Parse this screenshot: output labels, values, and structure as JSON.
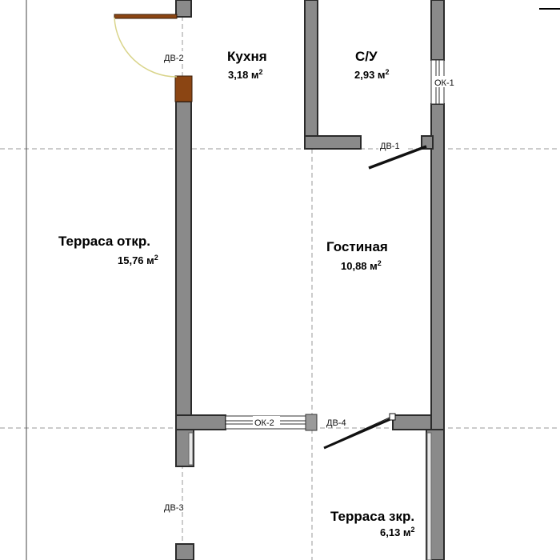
{
  "rooms": {
    "kitchen": {
      "name": "Кухня",
      "area": "3,18 м",
      "sup": "2"
    },
    "bathroom": {
      "name": "С/У",
      "area": "2,93 м",
      "sup": "2"
    },
    "terrace_open": {
      "name": "Терраса откр.",
      "area": "15,76 м",
      "sup": "2"
    },
    "living": {
      "name": "Гостиная",
      "area": "10,88 м",
      "sup": "2"
    },
    "terrace_closed": {
      "name": "Терраса зкр.",
      "area": "6,13 м",
      "sup": "2"
    }
  },
  "labels": {
    "dv1": "ДВ-1",
    "dv2": "ДВ-2",
    "dv3": "ДВ-3",
    "dv4": "ДВ-4",
    "ok1": "ОК-1",
    "ok2": "ОК-2"
  },
  "colors": {
    "wall_fill": "#8a8a8a",
    "wall_stroke": "#2b2b2b",
    "dashed_axis": "#9a9a9a",
    "door_brown": "#8b4513",
    "swing_arc": "#d9d48a"
  }
}
